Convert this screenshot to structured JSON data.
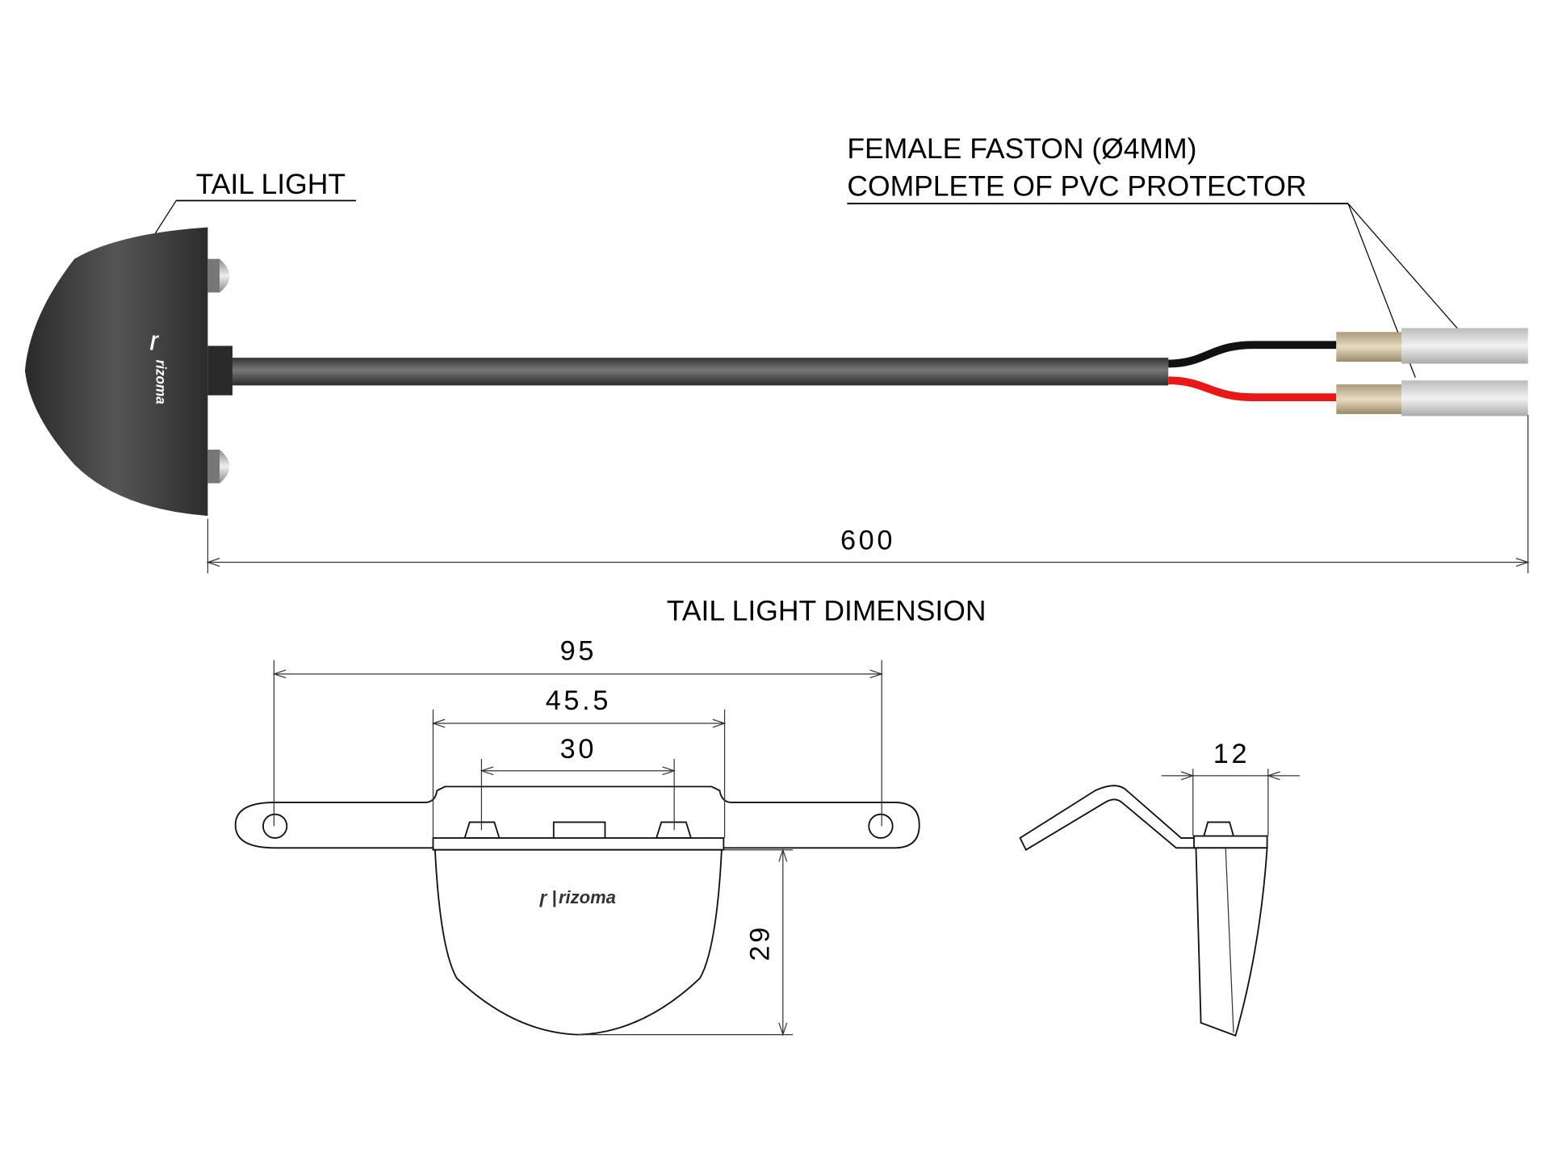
{
  "labels": {
    "tail_light": "TAIL LIGHT",
    "faston_line1": "FEMALE FASTON (Ø4MM)",
    "faston_line2": "COMPLETE OF PVC PROTECTOR",
    "section_title": "TAIL LIGHT DIMENSION"
  },
  "dimensions": {
    "cable_length": "600",
    "overall_width": "95",
    "body_width": "45.5",
    "screw_spacing": "30",
    "height": "29",
    "depth": "12"
  },
  "brand": "rizoma",
  "colors": {
    "housing": "#3a3a3a",
    "cable": "#555555",
    "wire_black": "#111111",
    "wire_red": "#e81818"
  }
}
